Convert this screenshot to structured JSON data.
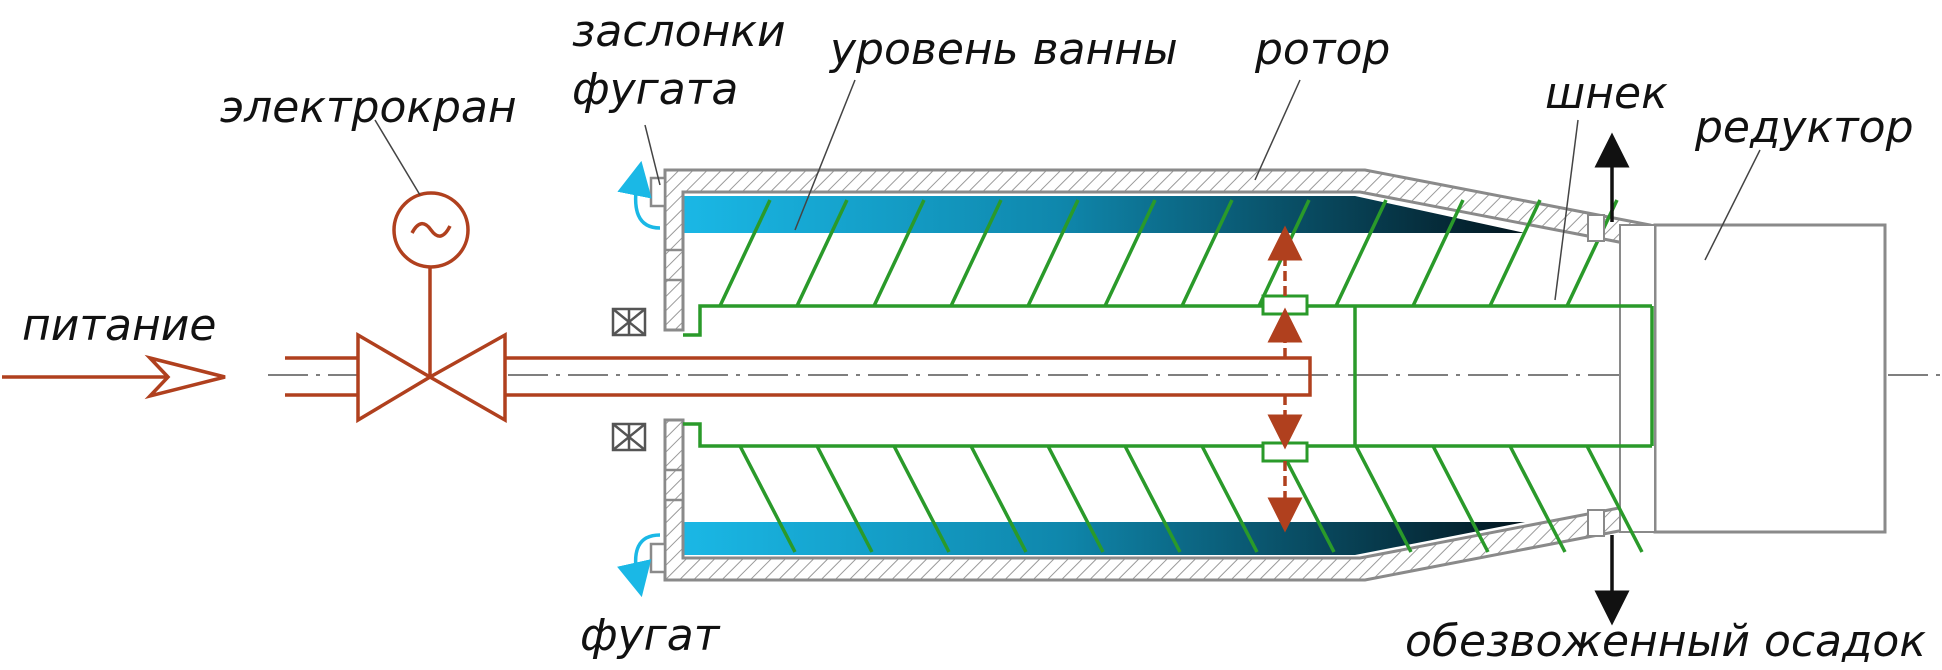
{
  "labels": {
    "feed": "питание",
    "valve": "электрокран",
    "flaps_line1": "заслонки",
    "flaps_line2": "фугата",
    "bath_level": "уровень ванны",
    "rotor": "ротор",
    "screw": "шнек",
    "gearbox": "редуктор",
    "centrate": "фугат",
    "sludge": "обезвоженный осадок"
  },
  "colors": {
    "pipe": "#b0401e",
    "screw": "#2a9a2a",
    "wall": "#8a8a8a",
    "liquid": "#1ab8e6",
    "liquid_dark": "#05222e",
    "arrow_centrate": "#1ab8e6",
    "arrow_sludge": "#111111"
  }
}
